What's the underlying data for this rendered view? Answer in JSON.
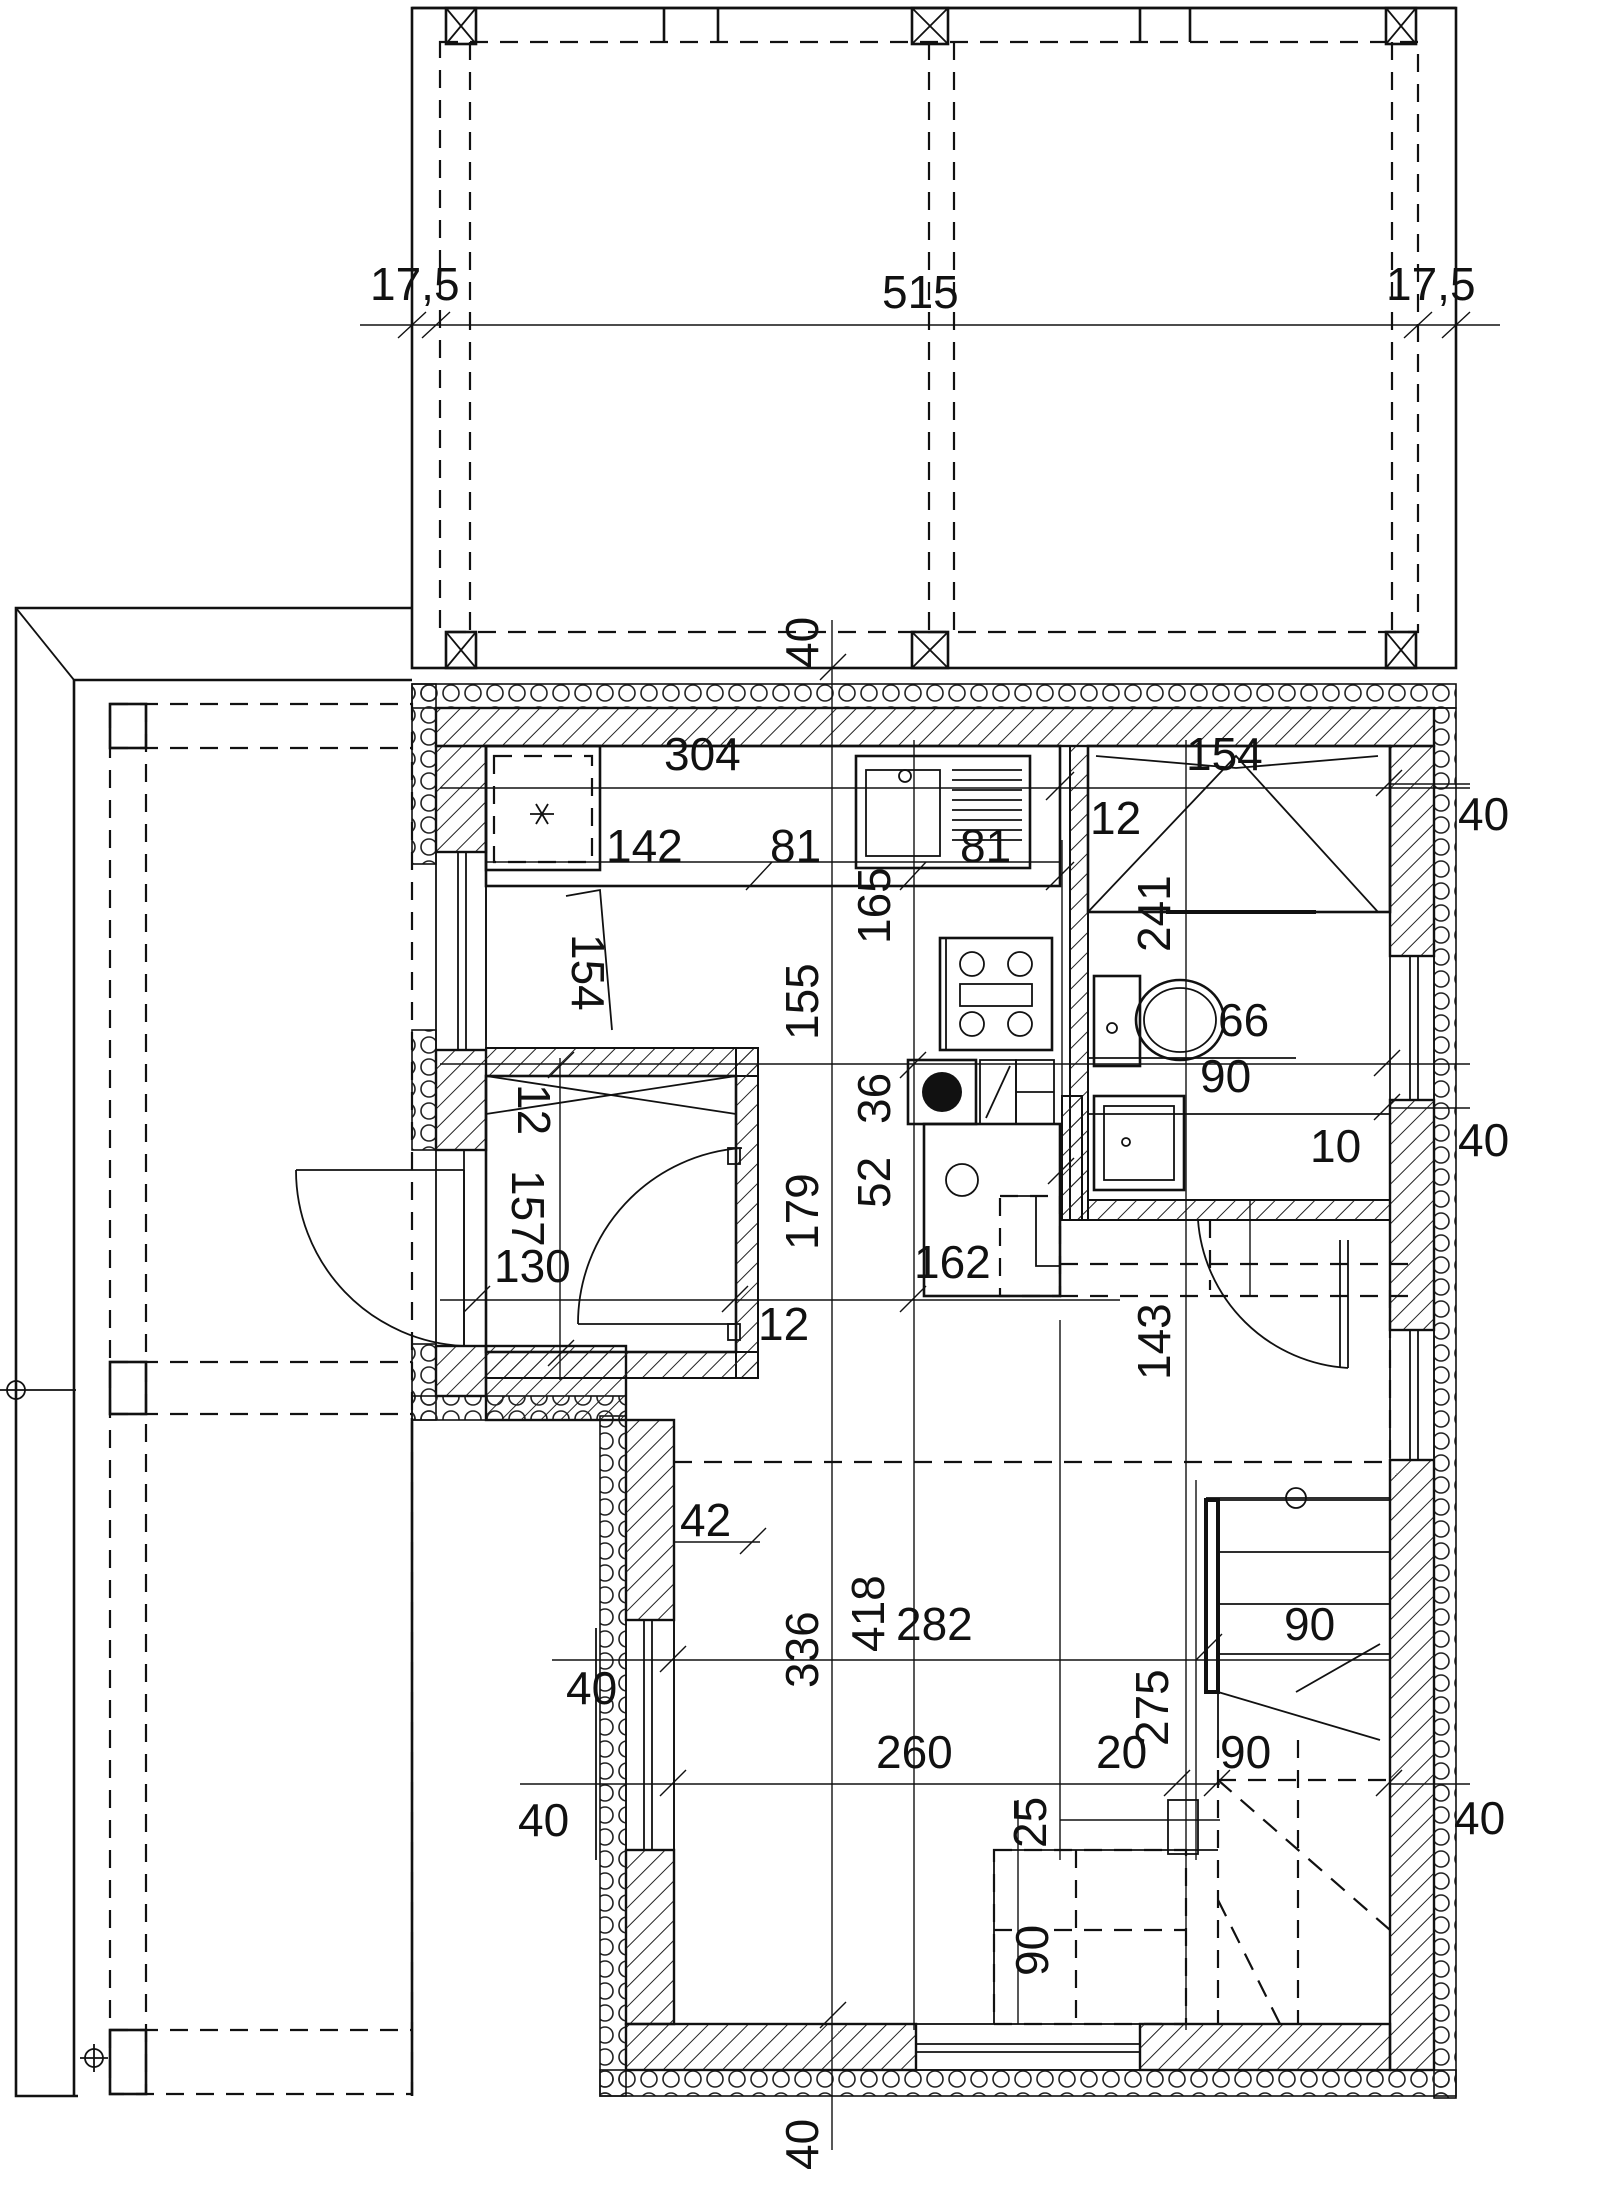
{
  "colors": {
    "line": "#111111",
    "background": "#ffffff",
    "hatch": "#222222"
  },
  "icons": {
    "fridge": "snowflake-icon",
    "north_mark": "crosshair-icon"
  },
  "dimensions": {
    "pergola_left": "17,5",
    "pergola_width": "515",
    "pergola_right": "17,5",
    "wall_top": "40",
    "kitchen_width": "304",
    "bath_width": "154",
    "right_wall_top": "40",
    "fridge_width": "142",
    "counter_a": "81",
    "counter_b": "81",
    "partition_top": "12",
    "counter_depth": "165",
    "bath_length": "241",
    "pantry_length": "154",
    "kitchen_depth": "155",
    "wc_width": "66",
    "basin_width": "90",
    "partition_left": "12",
    "stove_gap": "36",
    "right_wall_mid": "40",
    "partition_bath": "10",
    "closet_length": "157",
    "hall_depth": "179",
    "island_gap": "52",
    "closet_width": "130",
    "island_width": "162",
    "partition_closet": "12",
    "bath_door": "143",
    "living_offset": "42",
    "living_total": "418",
    "living_depth": "336",
    "living_width": "282",
    "stair_width_top": "90",
    "left_wall_a": "40",
    "stair_run": "275",
    "living_inner": "260",
    "stair_gap": "20",
    "stair_width_bottom": "90",
    "left_wall_b": "40",
    "right_wall_bottom": "40",
    "step_offset": "25",
    "storage_depth": "90",
    "wall_bottom": "40"
  }
}
